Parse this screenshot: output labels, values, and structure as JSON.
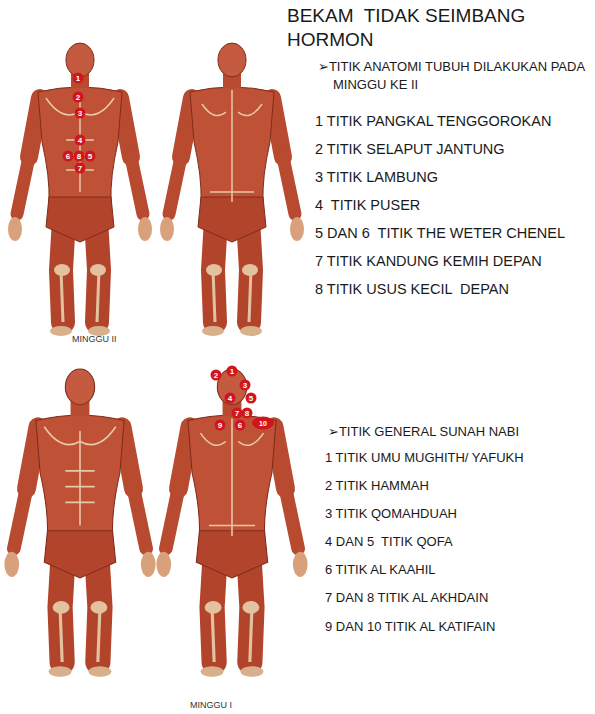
{
  "diagram": {
    "title": "BEKAM  TIDAK SEIMBANG HORMON",
    "labels": [
      "➢TITIK ANATOMI TUBUH DILAKUKAN PADA MINGGU KE II",
      "1 TITIK PANGKAL TENGGOROKAN",
      "2 TITIK SELAPUT JANTUNG",
      "3 TITIK LAMBUNG",
      "4  TITIK PUSER",
      "5 DAN 6  TITIK THE WETER CHENEL",
      "7 TITIK KANDUNG KEMIH DEPAN",
      "8 TITIK USUS KECIL  DEPAN",
      "MINGGU II",
      "1",
      "2",
      "3",
      "4",
      "6",
      "8",
      "5",
      "7",
      "➢TITIK GENERAL SUNAH NABI",
      "1 TITIK UMU MUGHITH/ YAFUKH",
      "2 TITIK HAMMAH",
      "3 TITIK QOMAHDUAH",
      "4 DAN 5  TITIK QOFA",
      "6 TITIK AL KAAHIL",
      "7 DAN 8 TITIK AL AKHDAIN",
      "9 DAN 10 TITIK AL KATIFAIN",
      "MINGGU I",
      "2",
      "1",
      "3",
      "4",
      "5",
      "7",
      "8",
      "9",
      "6",
      "10"
    ]
  }
}
